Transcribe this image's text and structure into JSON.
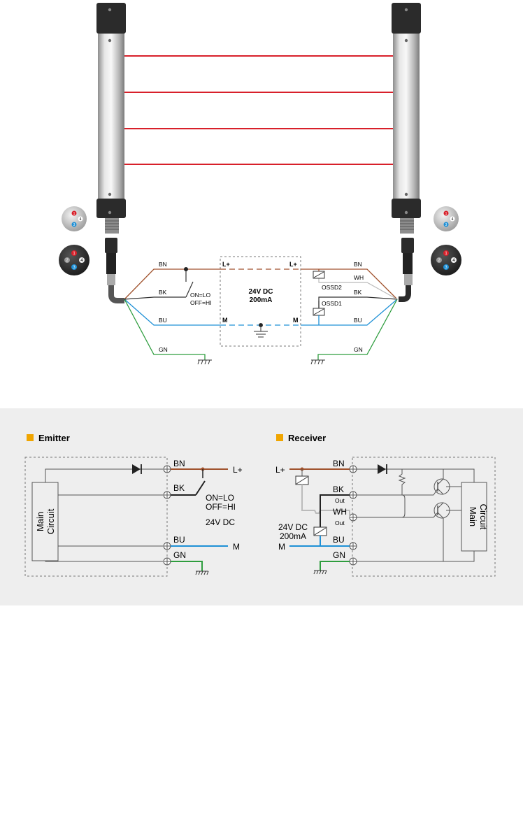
{
  "wiring": {
    "emitter_wires": {
      "bn": "BN",
      "bk": "BK",
      "bu": "BU",
      "gn": "GN"
    },
    "switch_note": {
      "on": "ON=LO",
      "off": "OFF=HI"
    },
    "receiver_wires": {
      "bn": "BN",
      "wh": "WH",
      "bk": "BK",
      "bu": "BU",
      "gn": "GN"
    },
    "ossd2": "OSSD2",
    "ossd1": "OSSD1",
    "power_box": {
      "voltage": "24V DC",
      "current": "200mA",
      "lplus_left": "L+",
      "lplus_right": "L+",
      "m_left": "M",
      "m_right": "M"
    },
    "connector_pins": {
      "p1": "1",
      "p2": "2",
      "p3": "3",
      "p4": "4"
    }
  },
  "emitter_schematic": {
    "title": "Emitter",
    "main_circuit": [
      "Main",
      "Circuit"
    ],
    "wires": {
      "bn": "BN",
      "bk": "BK",
      "bu": "BU",
      "gn": "GN"
    },
    "lplus": "L+",
    "m": "M",
    "switch_on": "ON=LO",
    "switch_off": "OFF=HI",
    "supply": "24V DC"
  },
  "receiver_schematic": {
    "title": "Receiver",
    "main_circuit": [
      "Main",
      "Circuit"
    ],
    "wires": {
      "bn": "BN",
      "bk": "BK",
      "wh": "WH",
      "bu": "BU",
      "gn": "GN"
    },
    "out1": "Out",
    "out2": "Out",
    "lplus": "L+",
    "m": "M",
    "supply_voltage": "24V DC",
    "supply_current": "200mA"
  },
  "colors": {
    "beam": "#d8202a",
    "brown": "#a0522d",
    "blue": "#1e90d6",
    "green": "#2e9d3e",
    "gray_wire": "#b8b8b8",
    "title_marker": "#f0a500"
  }
}
